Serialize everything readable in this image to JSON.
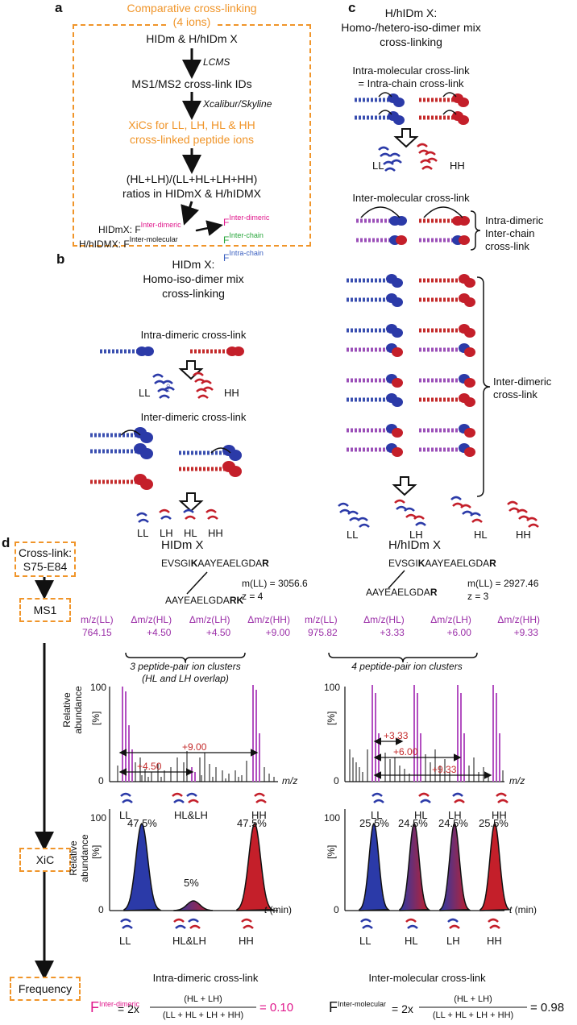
{
  "colors": {
    "orange": "#f0952a",
    "magenta": "#e0188c",
    "green": "#27a63a",
    "blue": "#3a5fc0",
    "purple": "#9b2fa8",
    "red": "#c42a2a"
  },
  "panel_a": {
    "letter": "a",
    "title": "Comparative cross-linking",
    "title_sub": "(4 ions)",
    "step1": "HIDm & H/hIDm X",
    "arrow1": "LCMS",
    "step2": "MS1/MS2 cross-link IDs",
    "arrow2": "Xcalibur/Skyline",
    "step3_l1": "XiCs for LL, LH, HL & HH",
    "step3_l2": "cross-linked peptide ions",
    "step4_l1": "(HL+LH)/(LL+HL+LH+HH)",
    "step4_l2": "ratios in HIDmX & H/hIDMX",
    "res1_pre": "HIDmX: F",
    "res1_sup": "Inter-dimeric",
    "res2_pre": "H/hIDMX: F",
    "res2_sup": "Inter-molecular",
    "out1_sup": "Inter-dimeric",
    "out2_sup": "Inter-chain",
    "out3_sup": "Intra-chain",
    "F": "F"
  },
  "panel_b": {
    "letter": "b",
    "title_l1": "HIDm X:",
    "title_l2": "Homo-iso-dimer mix",
    "title_l3": "cross-linking",
    "intra": "Intra-dimeric cross-link",
    "inter": "Inter-dimeric cross-link",
    "LL": "LL",
    "HH": "HH",
    "LH": "LH",
    "HL": "HL"
  },
  "panel_c": {
    "letter": "c",
    "title_l1": "H/hIDm X:",
    "title_l2": "Homo-/hetero-iso-dimer mix",
    "title_l3": "cross-linking",
    "intra_l1": "Intra-molecular cross-link",
    "intra_l2": "= Intra-chain cross-link",
    "inter": "Inter-molecular cross-link",
    "brace1_l1": "Intra-dimeric",
    "brace1_l2": "Inter-chain",
    "brace1_l3": "cross-link",
    "brace2_l1": "Inter-dimeric",
    "brace2_l2": "cross-link",
    "LL": "LL",
    "HH": "HH",
    "LH": "LH",
    "HL": "HL"
  },
  "panel_d": {
    "letter": "d",
    "steps": {
      "crosslink_l1": "Cross-link:",
      "crosslink_l2": "S75-E84",
      "ms1": "MS1",
      "xic": "XiC",
      "freq": "Frequency"
    },
    "ylabel_ms_l1": "Relative",
    "ylabel_ms_l2": "abundance",
    "ylabel_unit": "[%]",
    "y100": "100",
    "y0": "0",
    "mz": "m/z",
    "t_unit": "t",
    "t_suffix": " (min)",
    "left": {
      "title": "HIDm X",
      "pep1_a": "EVSGI",
      "pep1_b": "K",
      "pep1_c": "AAYEAELGDA",
      "pep1_d": "R",
      "pep2_a": "AAYEAELGDA",
      "pep2_b": "RK",
      "mass": "m(LL) = 3056.6",
      "z": "z = 4",
      "h1": "m/z(LL)",
      "h2": "Δm/z(HL)",
      "h3": "Δm/z(LH)",
      "h4": "Δm/z(HH)",
      "v1": "764.15",
      "v2": "+4.50",
      "v3": "+4.50",
      "v4": "+9.00",
      "clusters": "3 peptide-pair ion clusters",
      "clusters2": "(HL and LH overlap)",
      "ann1": "+9.00",
      "ann2": "+4.50",
      "ms_labels": [
        "LL",
        "HL&LH",
        "HH"
      ],
      "xic_pct": [
        "47.5%",
        "5%",
        "47.5%"
      ],
      "xic_labels": [
        "LL",
        "HL&LH",
        "HH"
      ],
      "footer": "Intra-dimeric cross-link",
      "formula_F": "F",
      "formula_sup": "Inter-dimeric",
      "formula_eq": "= 2x",
      "formula_num": "(HL + LH)",
      "formula_den": "(LL + HL + LH + HH)",
      "formula_res": "= 0.10"
    },
    "right": {
      "title": "H/hIDm X",
      "pep1_a": "EVSGI",
      "pep1_b": "K",
      "pep1_c": "AAYEAELGDA",
      "pep1_d": "R",
      "pep2_a": "AAYEAELGDA",
      "pep2_b": "R",
      "mass": "m(LL) = 2927.46",
      "z": "z = 3",
      "h1": "m/z(LL)",
      "h2": "Δm/z(HL)",
      "h3": "Δm/z(LH)",
      "h4": "Δm/z(HH)",
      "v1": "975.82",
      "v2": "+3.33",
      "v3": "+6.00",
      "v4": "+9.33",
      "clusters": "4 peptide-pair ion clusters",
      "ann1": "+3.33",
      "ann2": "+6.00",
      "ann3": "+9.33",
      "ms_labels": [
        "LL",
        "HL",
        "LH",
        "HH"
      ],
      "xic_pct": [
        "25.5%",
        "24.5%",
        "24.5%",
        "25.5%"
      ],
      "xic_labels": [
        "LL",
        "HL",
        "LH",
        "HH"
      ],
      "footer": "Inter-molecular cross-link",
      "formula_F": "F",
      "formula_sup": "Inter-molecular",
      "formula_eq": "= 2x",
      "formula_num": "(HL + LH)",
      "formula_den": "(LL + HL + LH + HH)",
      "formula_res": "= 0.98"
    }
  }
}
